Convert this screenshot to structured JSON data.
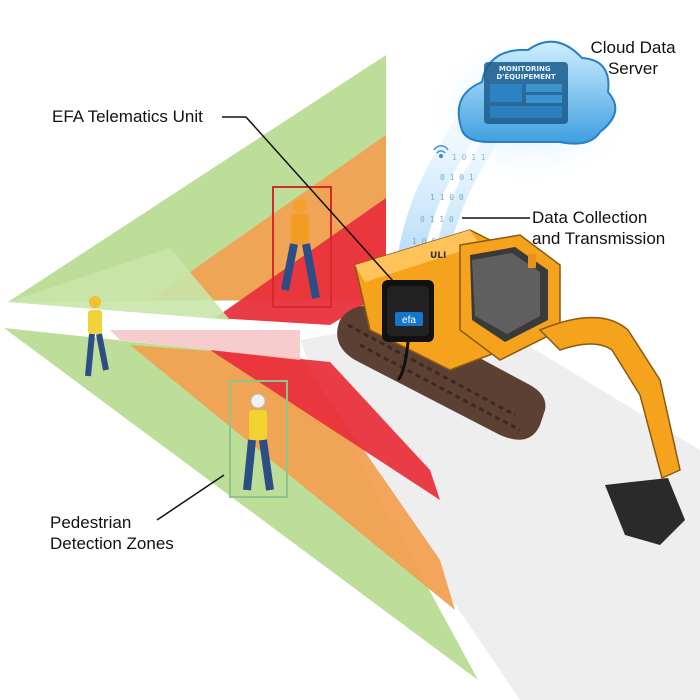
{
  "labels": {
    "efa_unit": "EFA Telematics Unit",
    "cloud_server": "Cloud Data\nServer",
    "data_collection": "Data Collection\nand Transmission",
    "pedestrian_zones": "Pedestrian\nDetection Zones"
  },
  "device": {
    "brand": "efa"
  },
  "cloud_screen": {
    "title": "MONITORING\nD'ÉQUIPEMENT"
  },
  "cab_badge": "ULI",
  "zone_colors": {
    "outer": "#b8dc92",
    "middle": "#f2a052",
    "inner": "#e8323c",
    "excavator": "#f5a21d",
    "track": "#6b4a3a",
    "cloud": "#1f8fd6",
    "detection_box_red": "#d42a2a",
    "detection_box_green": "#8fc48a"
  },
  "icons": [
    "wifi-icon",
    "cloud-icon",
    "hard-hat-worker-icon",
    "excavator-icon"
  ]
}
